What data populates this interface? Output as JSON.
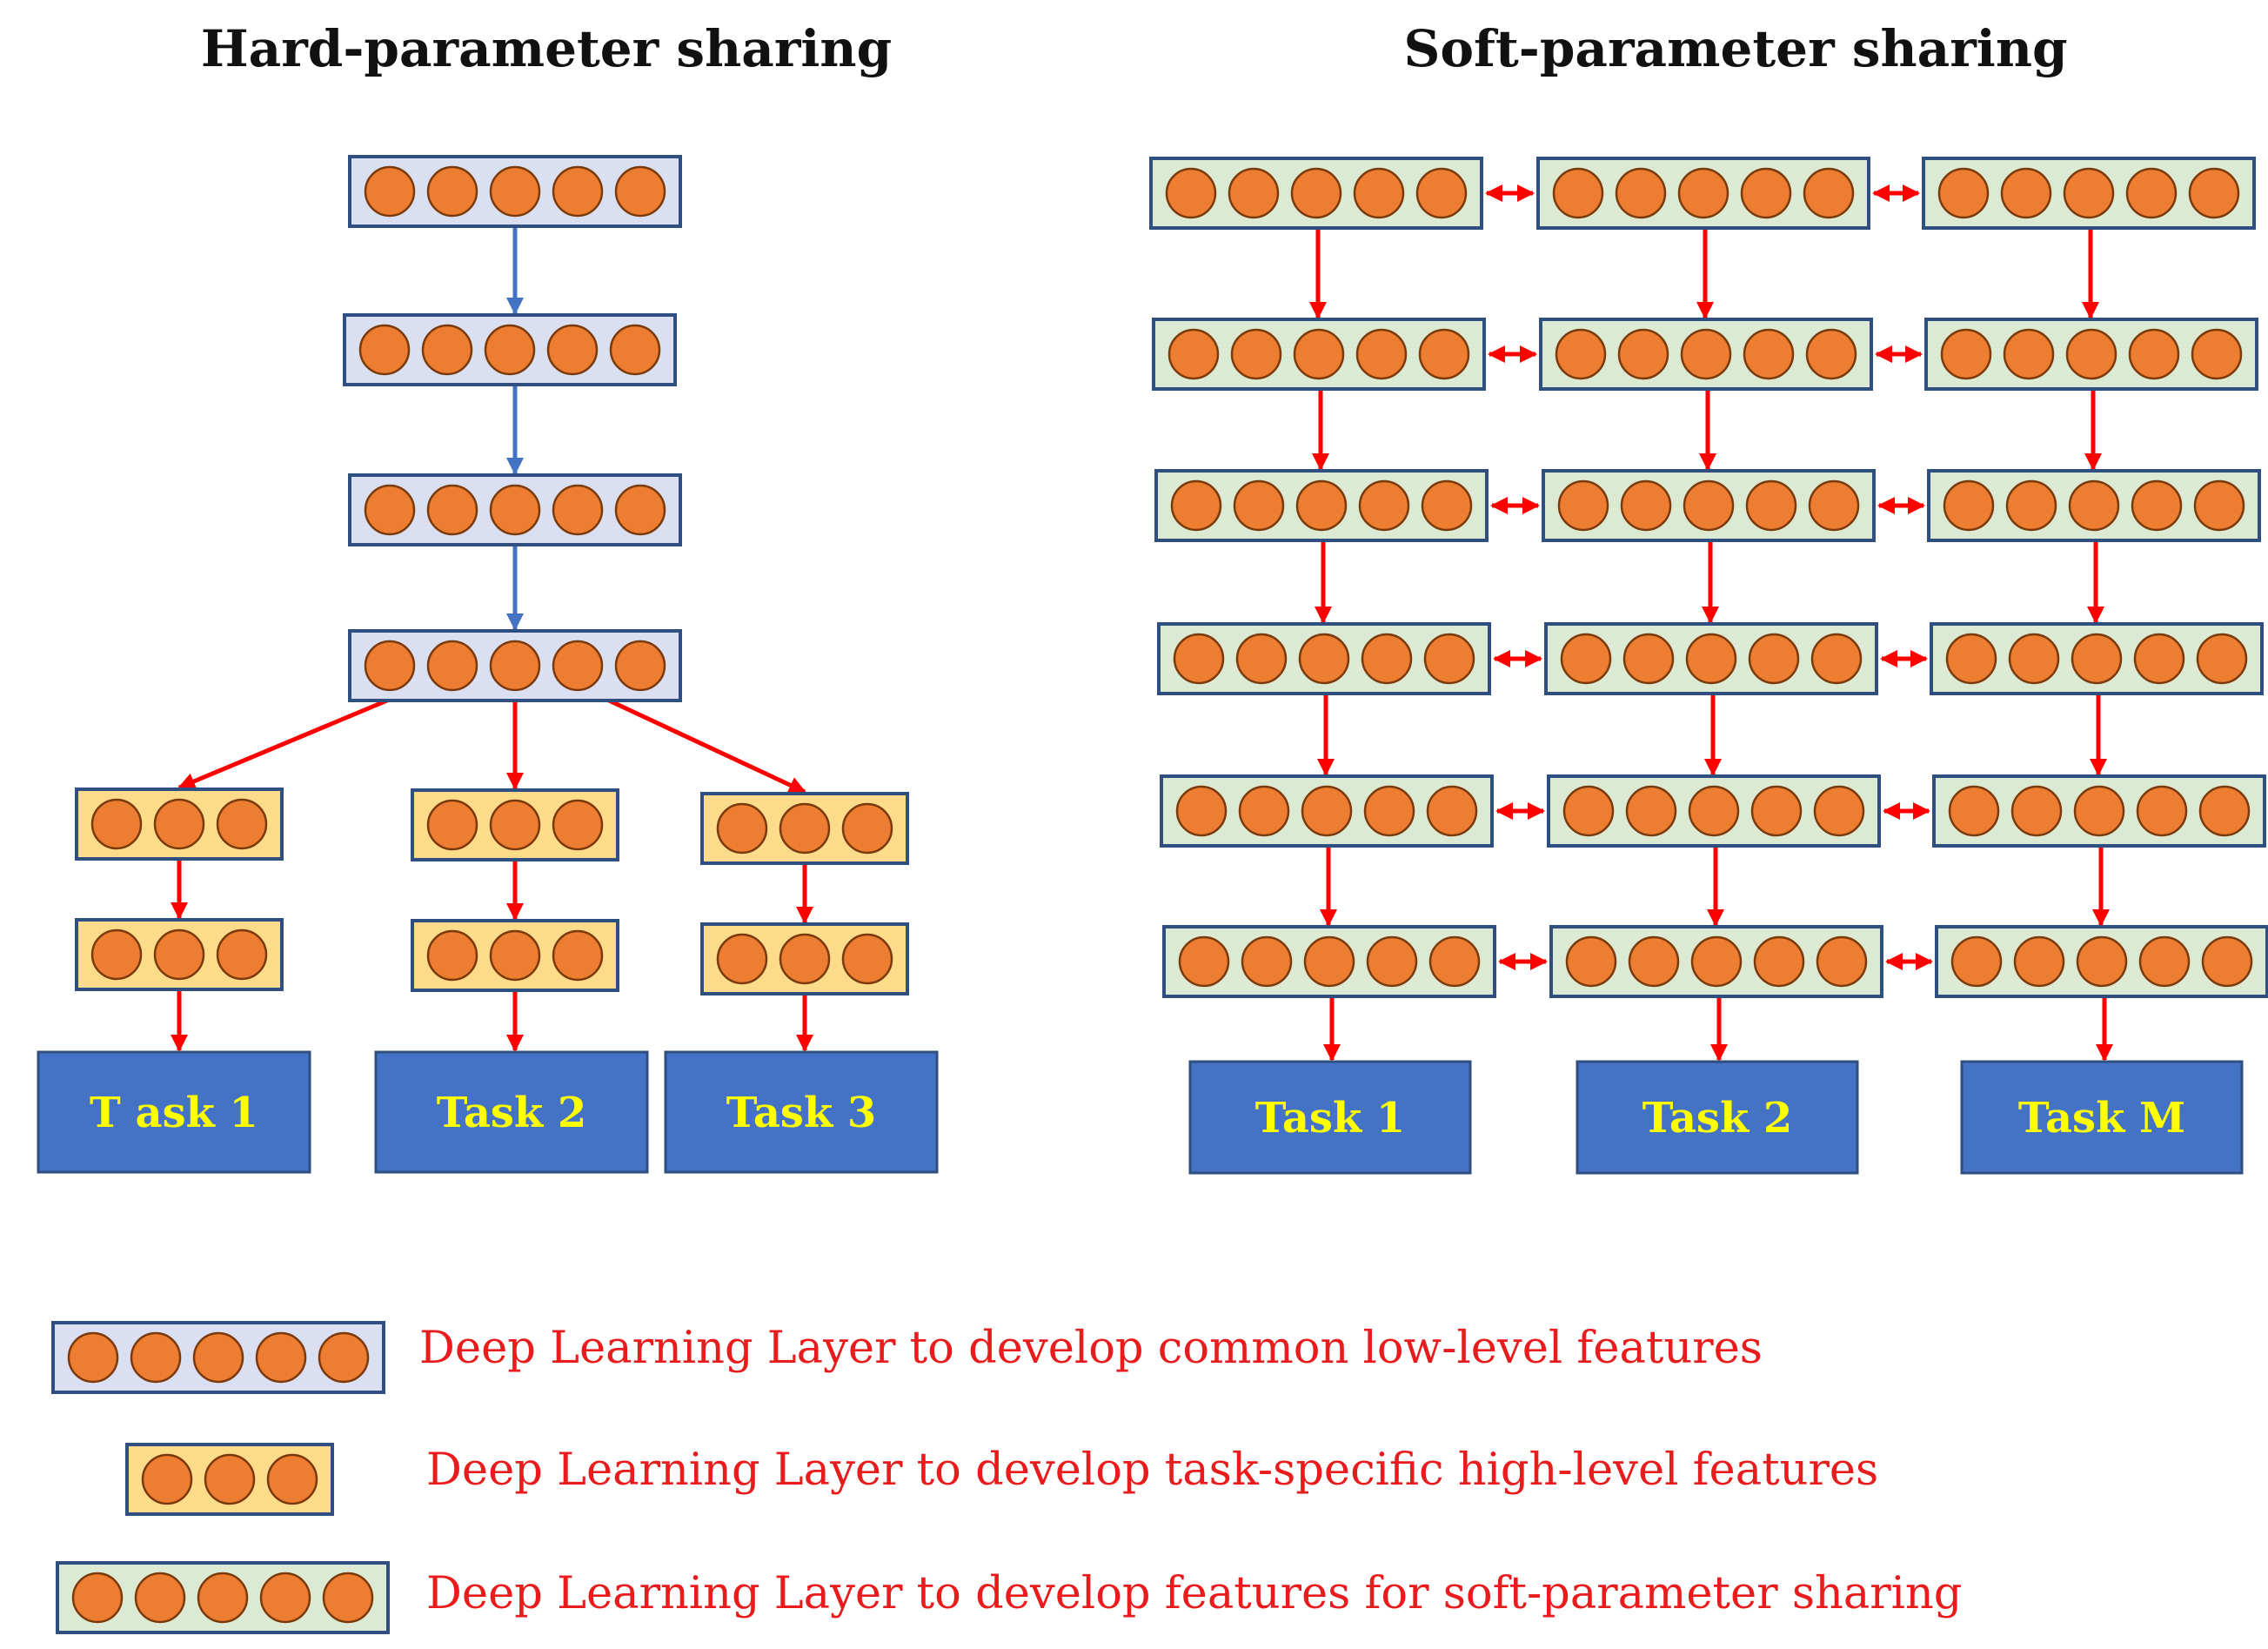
{
  "titles": {
    "hard": "Hard-parameter sharing",
    "soft": "Soft-parameter sharing"
  },
  "hard": {
    "tasks": [
      "T ask 1",
      "Task 2",
      "Task 3"
    ]
  },
  "soft": {
    "tasks": [
      "Task 1",
      "Task 2",
      "Task M"
    ]
  },
  "legend": [
    {
      "kind": "shared",
      "text": "Deep Learning Layer to develop common low-level features"
    },
    {
      "kind": "task",
      "text": "Deep Learning Layer to develop task-specific high-level features"
    },
    {
      "kind": "soft",
      "text": "Deep Learning Layer to develop features for soft-parameter sharing"
    }
  ],
  "colors": {
    "node_fill": "#ed7d31",
    "node_stroke": "#7a3a0c",
    "shared_layer_fill": "#dae0f2",
    "task_layer_fill": "#fcdc8b",
    "soft_layer_fill": "#dcead3",
    "layer_border": "#2f4f80",
    "task_box_fill": "#4472c4",
    "task_box_text": "#ffff00",
    "blue_arrow": "#4472c4",
    "red_arrow": "#ff0000",
    "legend_text": "#e81c1c"
  }
}
